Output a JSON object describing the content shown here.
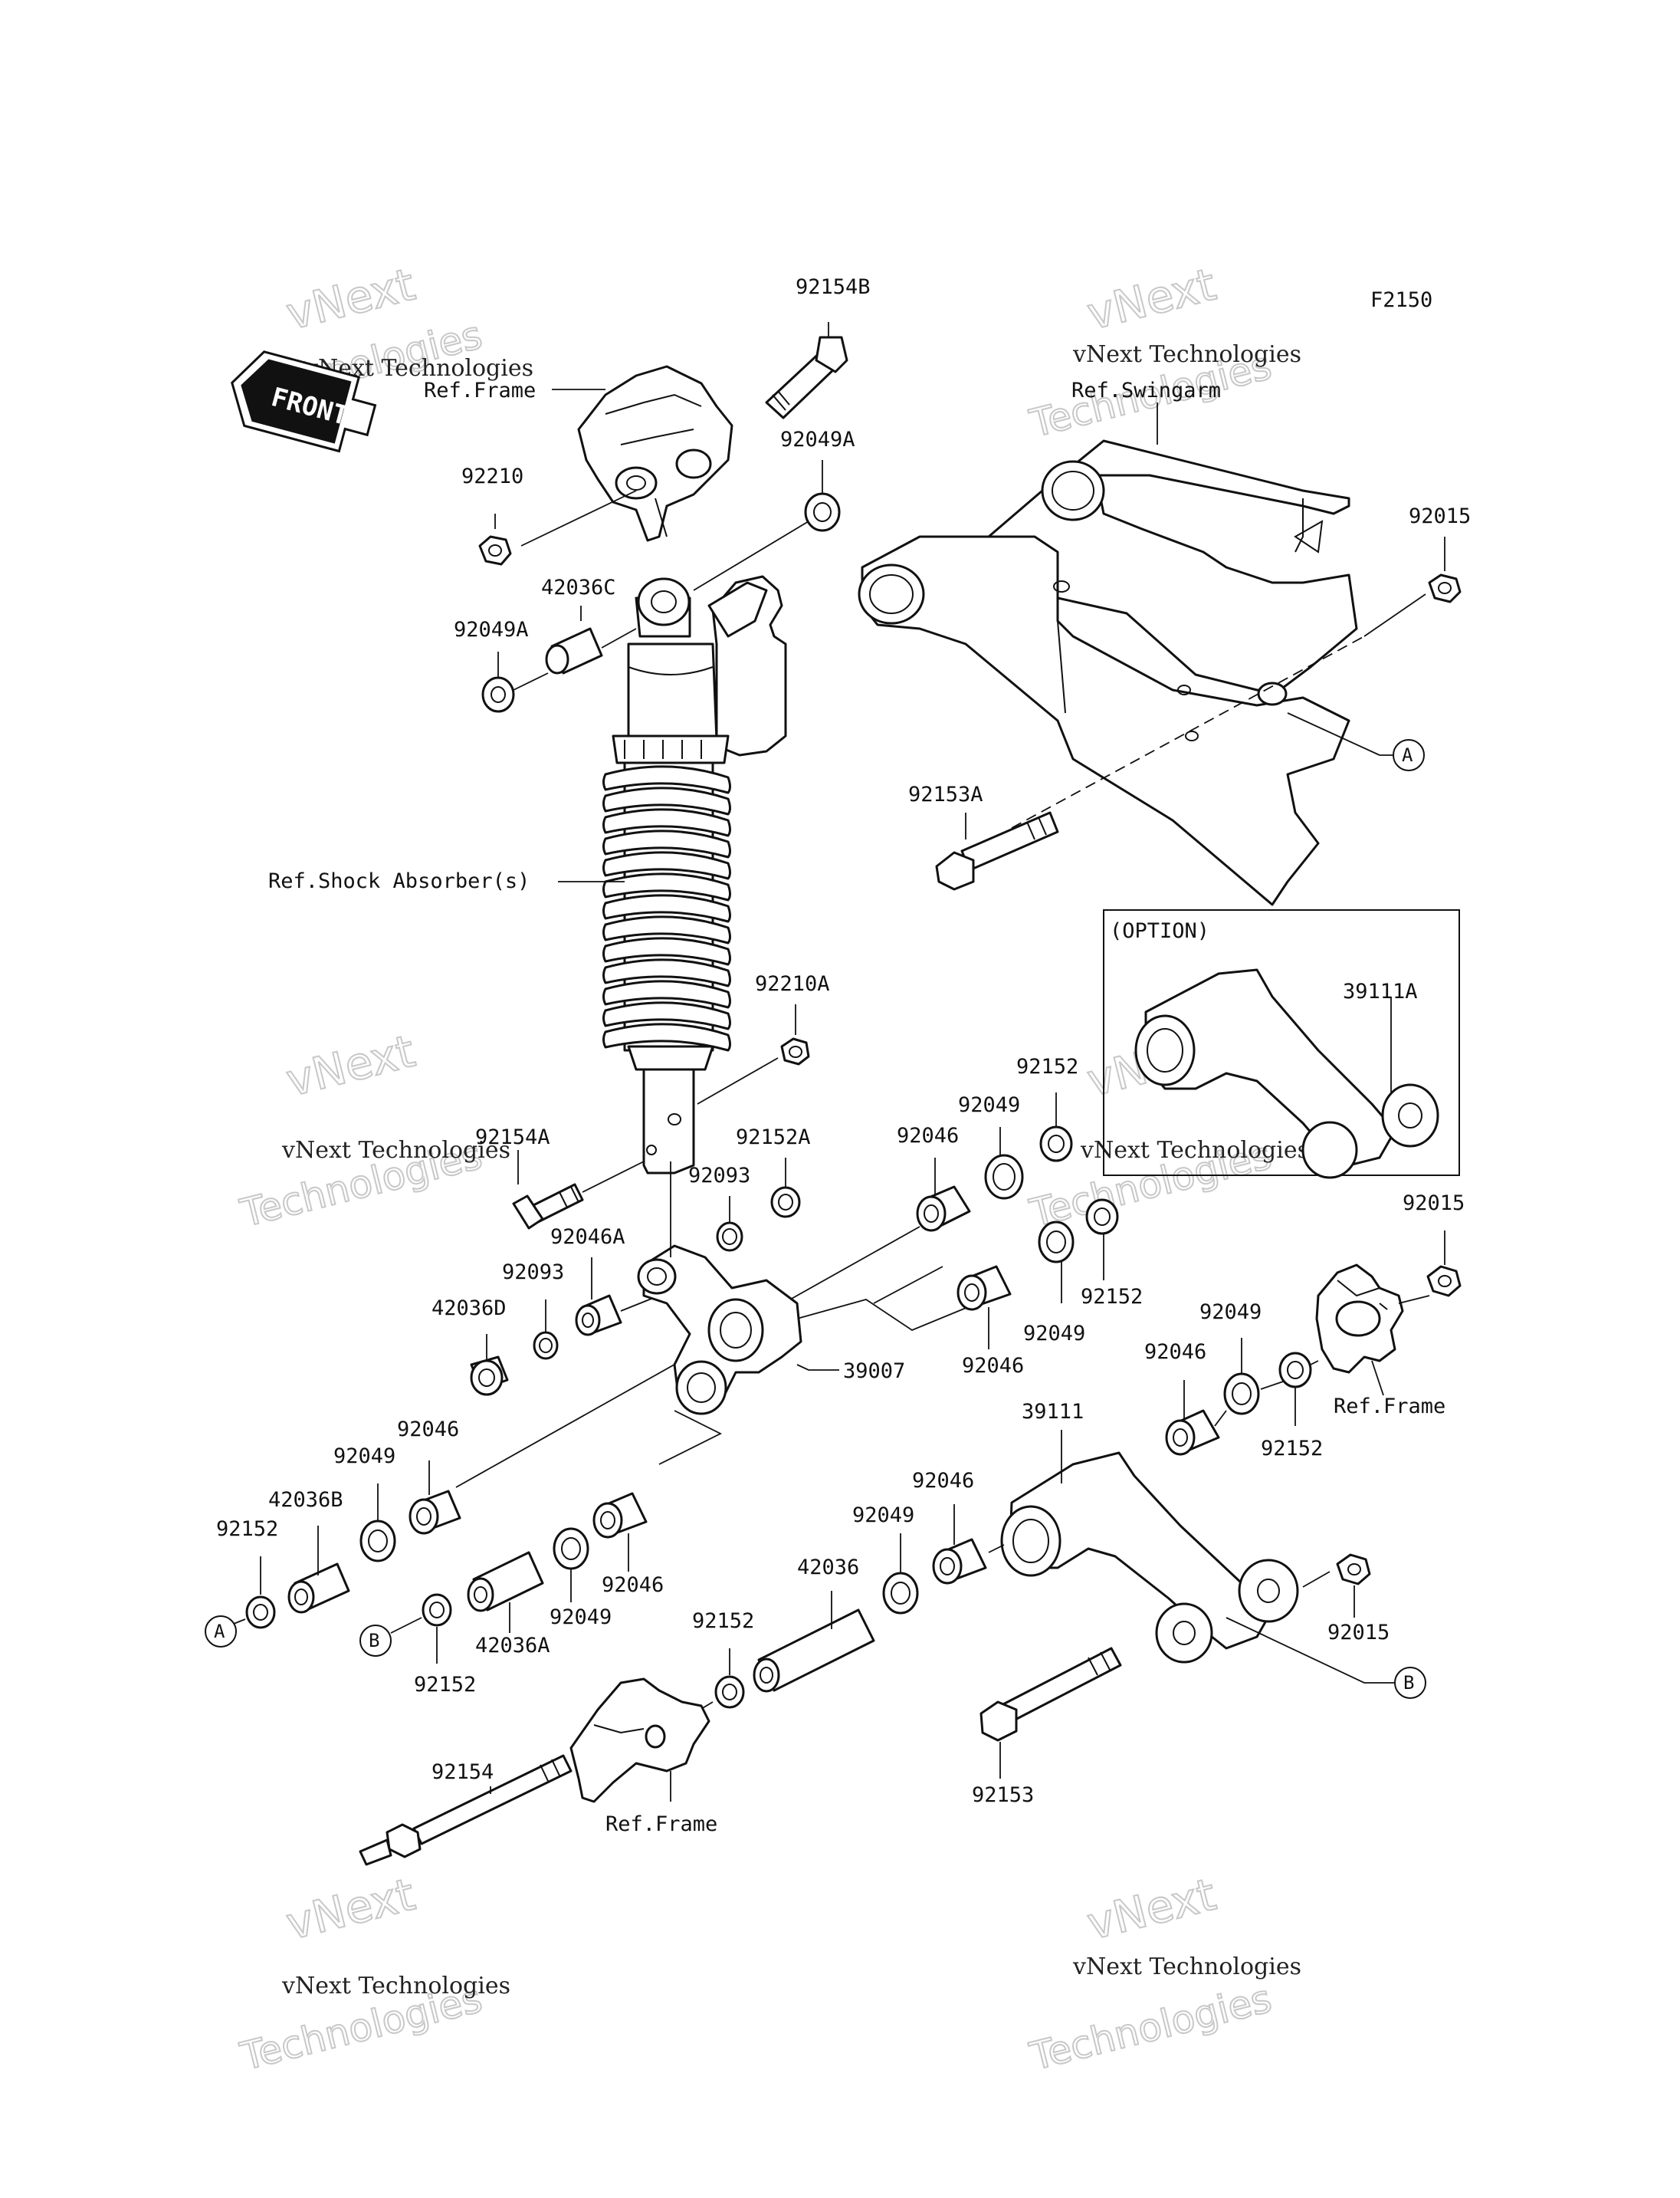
{
  "figure_code": "F2150",
  "direction_tag": "FRONT",
  "watermark": {
    "line1": "vNext Technologies",
    "big_a": "vNext",
    "big_b": "Technologies"
  },
  "parts": {
    "p92154B": "92154B",
    "p92210": "92210",
    "p92049A_top": "92049A",
    "p42036C": "42036C",
    "p92049A_left": "92049A",
    "p92015_top": "92015",
    "p92153A": "92153A",
    "p39111A": "39111A",
    "p92210A": "92210A",
    "p92152_a": "92152",
    "p92049_a": "92049",
    "p92046_a": "92046",
    "p92152A": "92152A",
    "p92154A": "92154A",
    "p92093_a": "92093",
    "p92046A": "92046A",
    "p92093_b": "92093",
    "p42036D": "42036D",
    "p39007": "39007",
    "p92046_b": "92046",
    "p92049_b": "92049",
    "p92152_b": "92152",
    "p92015_r": "92015",
    "p92049_c": "92049",
    "p92046_c": "92046",
    "p92152_c": "92152",
    "p39111": "39111",
    "p92046_l": "92046",
    "p92049_l": "92049",
    "p42036B": "42036B",
    "p92152_l": "92152",
    "p92046_m": "92046",
    "p92049_m": "92049",
    "p42036A": "42036A",
    "p92152_m": "92152",
    "p92046_n": "92046",
    "p92049_n": "92049",
    "p42036": "42036",
    "p92152_n": "92152",
    "p92015_b": "92015",
    "p92154": "92154",
    "p92153": "92153"
  },
  "refs": {
    "frame_top": "Ref.Frame",
    "swingarm": "Ref.Swingarm",
    "shock": "Ref.Shock Absorber(s)",
    "frame_right": "Ref.Frame",
    "frame_bottom": "Ref.Frame"
  },
  "option_label": "(OPTION)",
  "callouts": {
    "A": "A",
    "B": "B"
  }
}
